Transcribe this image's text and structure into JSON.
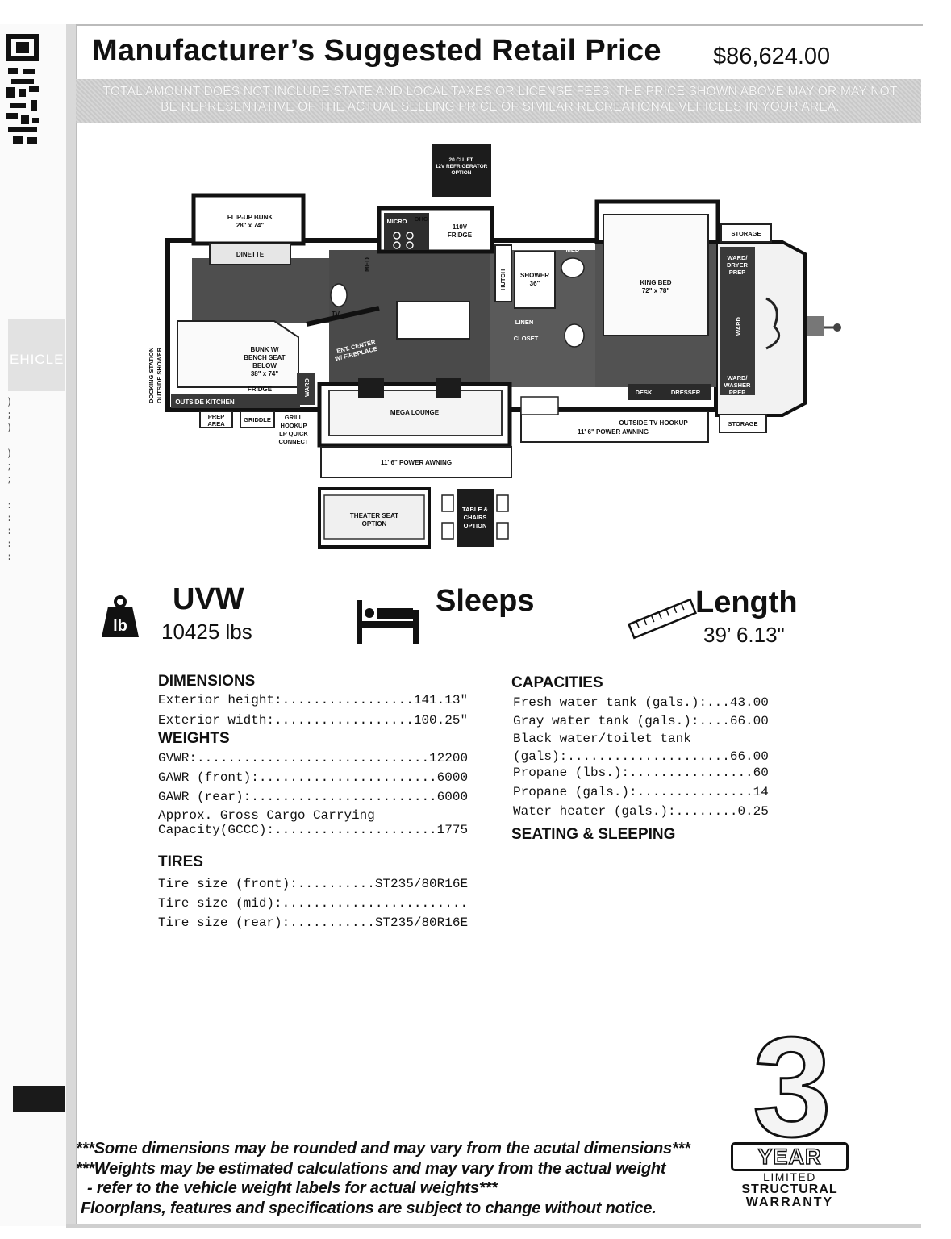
{
  "header": {
    "title": "Manufacturer’s Suggested Retail Price",
    "price": "$86,624.00",
    "notice_line1": "TOTAL AMOUNT DOES NOT INCLUDE STATE AND LOCAL TAXES OR LICENSE FEES. THE PRICE SHOWN ABOVE MAY OR MAY NOT",
    "notice_line2": "BE REPRESENTATIVE OF THE ACTUAL SELLING PRICE OF SIMILAR RECREATIONAL VEHICLES IN YOUR AREA."
  },
  "sidebar": {
    "band_label": "EHICLE"
  },
  "floorplan": {
    "fridge_option_l1": "20 CU. FT.",
    "fridge_option_l2": "12V REFRIGERATOR",
    "fridge_option_l3": "OPTION",
    "flip_bunk_l1": "FLIP-UP BUNK",
    "flip_bunk_l2": "28\" x 74\"",
    "dinette": "DINETTE",
    "med_left": "MED",
    "micro": "MICRO",
    "ohc": "OHC",
    "fridge_110_l1": "110V",
    "fridge_110_l2": "FRIDGE",
    "hutch": "HUTCH",
    "shower_l1": "SHOWER",
    "shower_l2": "36\"",
    "med_right": "MED",
    "king_bed_l1": "KING BED",
    "king_bed_l2": "72\" x 78\"",
    "storage_top": "STORAGE",
    "ward_dryer_l1": "WARD/",
    "ward_dryer_l2": "DRYER",
    "ward_dryer_l3": "PREP",
    "ward_vertical": "WARD",
    "tv": "TV",
    "ent_center_l1": "ENT. CENTER",
    "ent_center_l2": "W/ FIREPLACE",
    "linen": "LINEN",
    "closet": "CLOSET",
    "bunk_bench_l1": "BUNK W/",
    "bunk_bench_l2": "BENCH SEAT",
    "bunk_bench_l3": "BELOW",
    "bunk_bench_l4": "38\" x 74\"",
    "docking_l1": "DOCKING STATION",
    "docking_l2": "OUTSIDE SHOWER",
    "fridge_small": "FRIDGE",
    "ward_left": "WARD",
    "outside_kitchen": "OUTSIDE KITCHEN",
    "mega_lounge": "MEGA LOUNGE",
    "desk": "DESK",
    "dresser": "DRESSER",
    "ward_washer_l1": "WARD/",
    "ward_washer_l2": "WASHER",
    "ward_washer_l3": "PREP",
    "outside_tv": "OUTSIDE TV HOOKUP",
    "awning_right": "11' 6\" POWER AWNING",
    "storage_bottom": "STORAGE",
    "prep_area_l1": "PREP",
    "prep_area_l2": "AREA",
    "griddle": "GRIDDLE",
    "grill_l1": "GRILL",
    "grill_l2": "HOOKUP",
    "grill_l3": "LP QUICK",
    "grill_l4": "CONNECT",
    "awning_bottom": "11' 6\" POWER AWNING",
    "theater_seat_l1": "THEATER SEAT",
    "theater_seat_l2": "OPTION",
    "table_chairs_l1": "TABLE &",
    "table_chairs_l2": "CHAIRS",
    "table_chairs_l3": "OPTION"
  },
  "stats": {
    "weight_icon_text": "lb",
    "uvw_label": "UVW",
    "uvw_value": "10425 lbs",
    "sleeps_label": "Sleeps",
    "length_label": "Length",
    "length_value": "39’ 6.13\""
  },
  "specs": {
    "dimensions_header": "DIMENSIONS",
    "dimensions": [
      "Exterior height:.................141.13\"",
      "Exterior width:..................100.25\""
    ],
    "weights_header": "WEIGHTS",
    "weights": [
      "GVWR:..............................12200",
      "GAWR (front):.......................6000",
      "GAWR (rear):........................6000"
    ],
    "gccc_l1": "Approx. Gross Cargo Carrying",
    "gccc_l2": "Capacity(GCCC):.....................1775",
    "tires_header": "TIRES",
    "tires": [
      "Tire size (front):..........ST235/80R16E",
      "Tire size (mid):........................",
      "Tire size (rear):...........ST235/80R16E"
    ],
    "capacities_header": "CAPACITIES",
    "capacities": [
      "Fresh water tank (gals.):...43.00",
      "Gray water tank (gals.):....66.00"
    ],
    "black_l1": "Black water/toilet tank",
    "black_l2": "(gals):.....................66.00",
    "capacities2": [
      "Propane (lbs.):................60",
      "Propane (gals.):...............14",
      "Water heater (gals.):........0.25"
    ],
    "seating_header": "SEATING & SLEEPING"
  },
  "warranty": {
    "number": "3",
    "year": "YEAR",
    "limited": "LIMITED",
    "structural": "STRUCTURAL",
    "warranty": "WARRANTY"
  },
  "footer": {
    "line1": "***Some dimensions may be rounded and may vary from the acutal dimensions***",
    "line2": "***Weights may be estimated calculations and may vary from the actual weight",
    "line3": "- refer to the vehicle weight labels for actual weights***",
    "line4": "Floorplans, features and specifications are subject to change without notice."
  }
}
